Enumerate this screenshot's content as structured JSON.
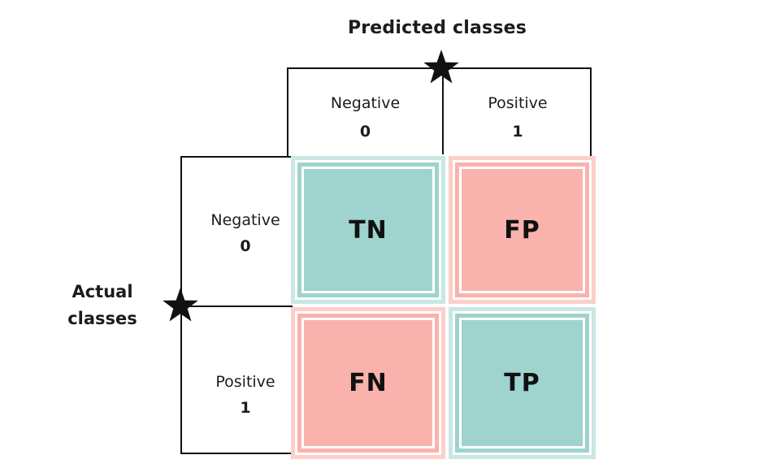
{
  "diagram": {
    "predicted_title": "Predicted classes",
    "actual_title": {
      "line1": "Actual",
      "line2": "classes"
    },
    "predicted_columns": [
      {
        "label": "Negative",
        "value": "0"
      },
      {
        "label": "Positive",
        "value": "1"
      }
    ],
    "actual_rows": [
      {
        "label": "Negative",
        "value": "0"
      },
      {
        "label": "Positive",
        "value": "1"
      }
    ],
    "cells": [
      {
        "id": "true-negative",
        "label": "TN",
        "color": "teal"
      },
      {
        "id": "false-positive",
        "label": "FP",
        "color": "pink"
      },
      {
        "id": "false-negative",
        "label": "FN",
        "color": "pink"
      },
      {
        "id": "true-positive",
        "label": "TP",
        "color": "teal"
      }
    ],
    "icons": {
      "star": "★"
    },
    "colors": {
      "teal": "#9ed3ce",
      "teal_light": "#c9e7e4",
      "pink": "#f9b3ac",
      "pink_light": "#fccfc9",
      "line": "#111111",
      "text": "#1c1c1c"
    }
  }
}
